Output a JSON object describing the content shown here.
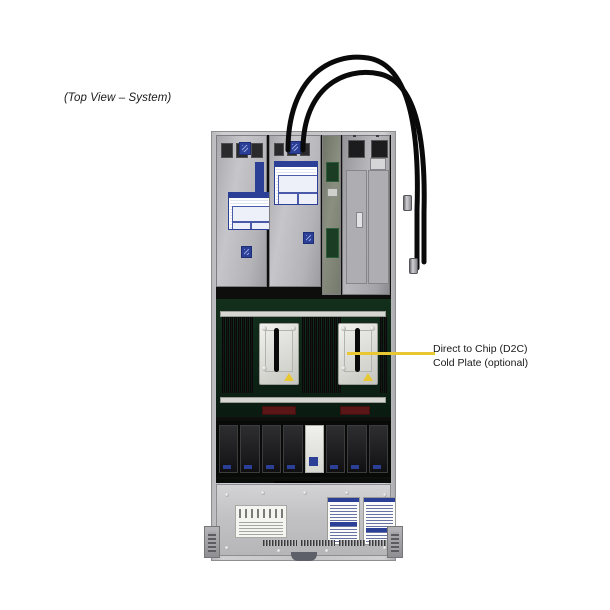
{
  "figure": {
    "view_label": "(Top View – System)",
    "accent_color": "#e8c832",
    "chassis_color": "#c4c4c7",
    "board_color": "#0e2a18"
  },
  "callout": {
    "line1": "Direct to Chip (D2C)",
    "line2": "Cold Plate (optional)",
    "leader_color": "#e8c832"
  },
  "components": {
    "rear_modules": [
      {
        "name": "riser-module-left"
      },
      {
        "name": "riser-module-center"
      },
      {
        "name": "io-module"
      },
      {
        "name": "power-supply-bay"
      }
    ],
    "cold_plates": [
      {
        "name": "cpu-cold-plate-left"
      },
      {
        "name": "cpu-cold-plate-right"
      }
    ],
    "fan_count": 8,
    "coolant_hoses": 2
  }
}
